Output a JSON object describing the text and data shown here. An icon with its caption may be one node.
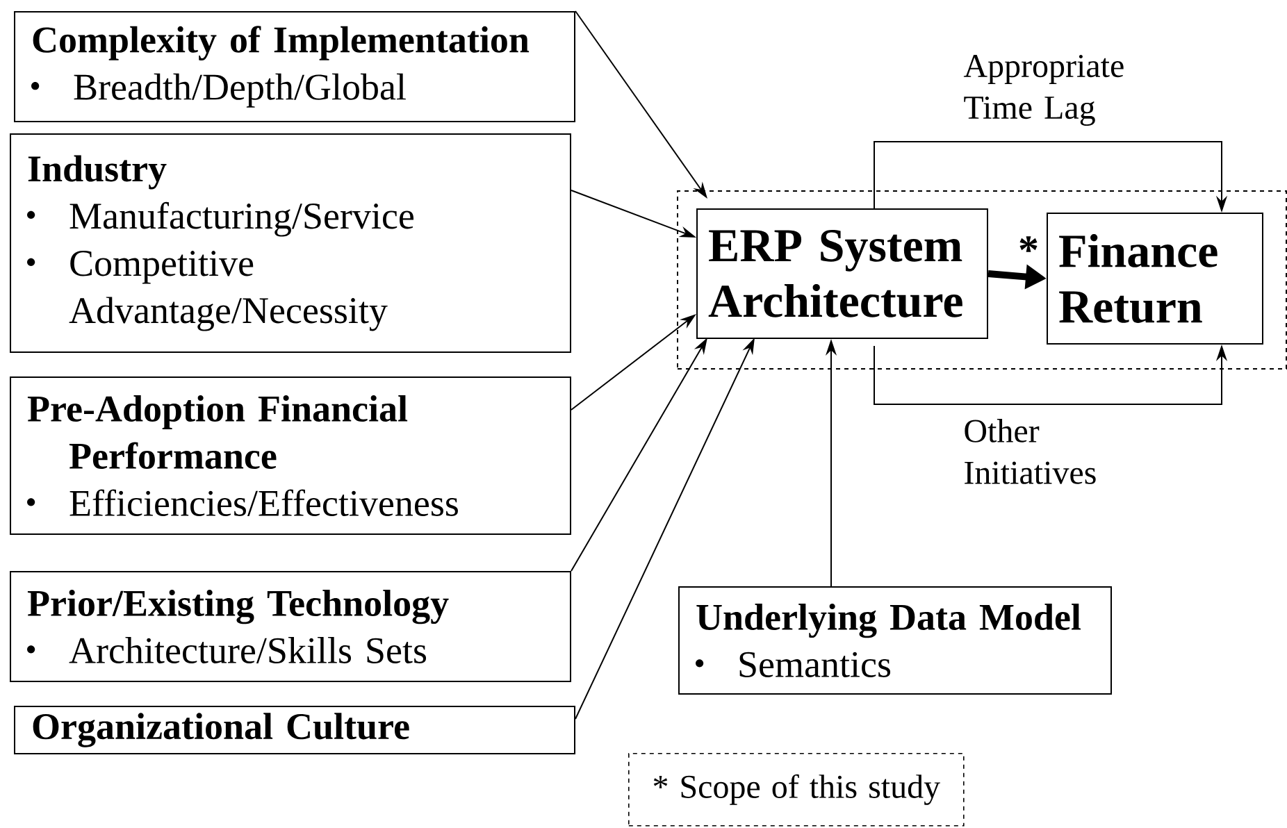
{
  "diagram": {
    "nodes": [
      {
        "text": [
          "Complexity of Implementation",
          "Breadth/Depth/Global"
        ]
      },
      {
        "text": [
          "Industry",
          "Manufacturing/Service",
          "Competitive Advantage/Necessity"
        ]
      },
      {
        "text": [
          "Pre-Adoption Financial Performance",
          "Efficiencies/Effectiveness"
        ]
      },
      {
        "text": [
          "Prior/Existing Technology",
          "Architecture/Skills Sets"
        ]
      },
      {
        "text": [
          "Organizational Culture"
        ]
      },
      {
        "text": [],
        "shape": "box"
      },
      {
        "text": [
          "ERP System Architecture"
        ],
        "in": 5
      },
      {
        "text": [
          "Finance Return"
        ],
        "in": 5
      },
      {
        "text": [
          "Underlying Data Model",
          "Semantics"
        ]
      },
      {
        "text": [
          "* Scope of this study"
        ]
      }
    ],
    "edges": [
      {
        "from": 0,
        "to": 6,
        "arrow": "to"
      },
      {
        "from": 1,
        "to": 6,
        "arrow": "to"
      },
      {
        "from": 2,
        "to": 6,
        "arrow": "to"
      },
      {
        "from": 3,
        "to": 6,
        "arrow": "to"
      },
      {
        "from": 4,
        "to": 6,
        "arrow": "to"
      },
      {
        "from": 6,
        "to": 7,
        "arrow": "to",
        "label": "*",
        "style": "thick"
      },
      {
        "from": 6,
        "to": 7,
        "arrow": "to",
        "label": "Appropriate Time Lag"
      },
      {
        "from": 6,
        "to": 7,
        "arrow": "to",
        "label": "Other Initiatives"
      },
      {
        "from": 8,
        "to": 6,
        "arrow": "to"
      }
    ]
  }
}
